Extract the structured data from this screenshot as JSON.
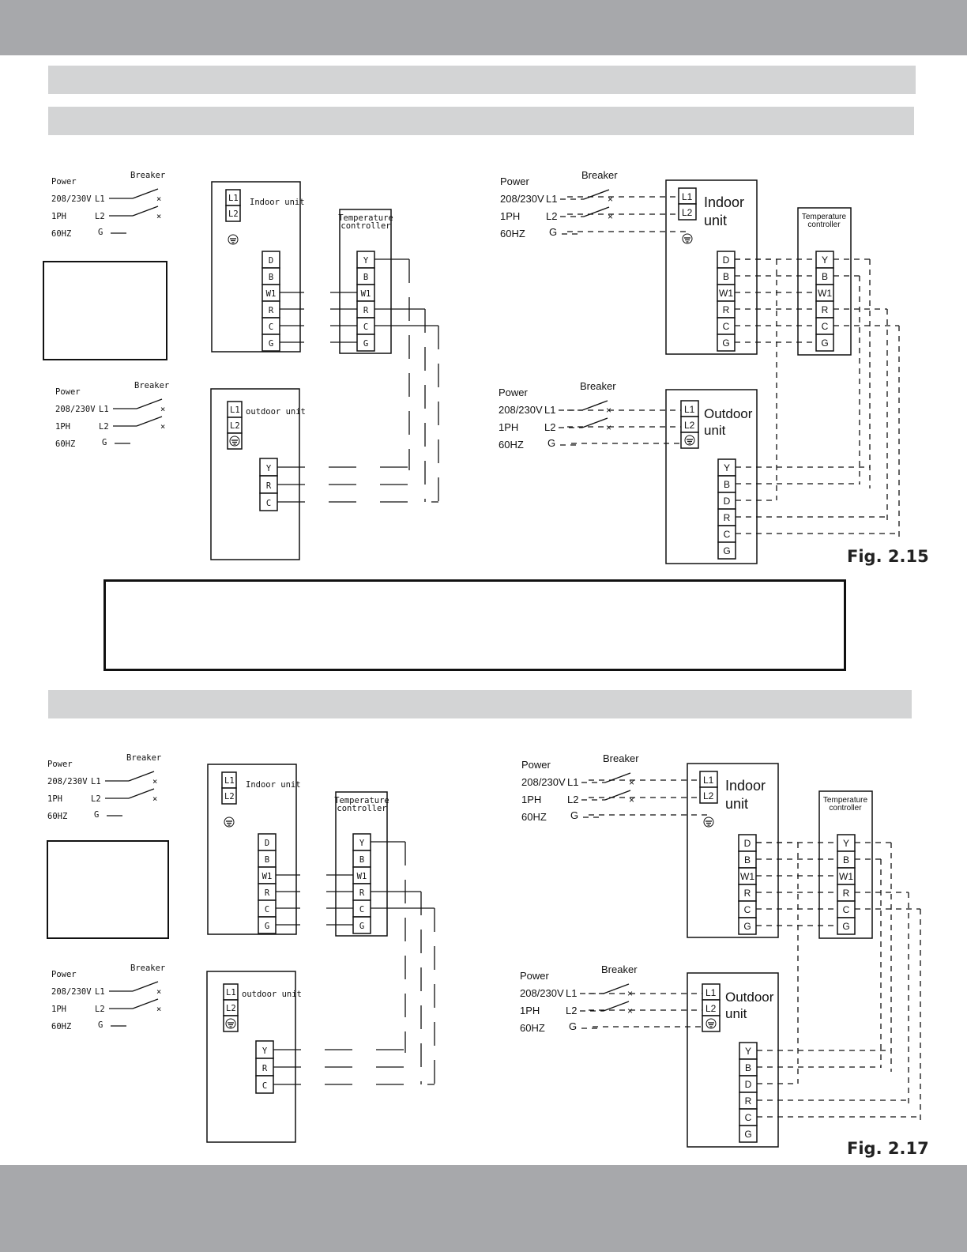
{
  "figures": {
    "fig1": "Fig. 2.15",
    "fig2": "Fig. 2.17"
  },
  "power": {
    "power": "Power",
    "voltage": "208/230V",
    "phase": "1PH",
    "freq": "60HZ",
    "breaker": "Breaker",
    "l1": "L1",
    "l2": "L2",
    "g": "G"
  },
  "units": {
    "indoor_mono": "Indoor unit",
    "outdoor_mono": "outdoor unit",
    "indoor_a": "Indoor",
    "outdoor_a": "Outdoor",
    "unit": "unit",
    "temp_a": "Temperature",
    "temp_b": "controller",
    "temp_b_mono": "controller"
  },
  "terminals": {
    "indoor": [
      "D",
      "B",
      "W1",
      "R",
      "C",
      "G"
    ],
    "controller": [
      "Y",
      "B",
      "W1",
      "R",
      "C",
      "G"
    ],
    "outdoor_left": [
      "Y",
      "R",
      "C"
    ],
    "outdoor_right": [
      "Y",
      "B",
      "D",
      "R",
      "C",
      "G"
    ]
  },
  "colors": {
    "bar": "#a7a8ab",
    "band": "#d3d4d5",
    "line": "#111111"
  }
}
